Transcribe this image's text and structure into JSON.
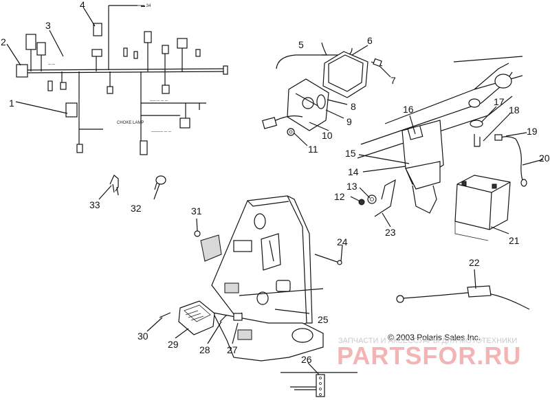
{
  "callouts": {
    "c1": "1",
    "c2": "2",
    "c3": "3",
    "c4": "4",
    "c5": "5",
    "c6": "6",
    "c7": "7",
    "c8": "8",
    "c9": "9",
    "c10": "10",
    "c11": "11",
    "c12": "12",
    "c13": "13",
    "c14": "14",
    "c15": "15",
    "c16": "16",
    "c17": "17",
    "c18": "18",
    "c19": "19",
    "c20": "20",
    "c21": "21",
    "c22": "22",
    "c23": "23",
    "c24": "24",
    "c25": "25",
    "c26": "26",
    "c27": "27",
    "c28": "28",
    "c29": "29",
    "c30": "30",
    "c31": "31",
    "c32": "32",
    "c33": "33"
  },
  "copyright": "© 2003 Polaris Sales Inc.",
  "watermark": {
    "caption": "ЗАПЧАСТИ И АКСЕССУАРЫ ДЛЯ МОТОТЕХНИКИ",
    "logo": "PARTSFOR.RU"
  },
  "colors": {
    "ink": "#111111",
    "watermark_logo": "#f2b4b4",
    "watermark_caption": "#c9c9c9"
  }
}
